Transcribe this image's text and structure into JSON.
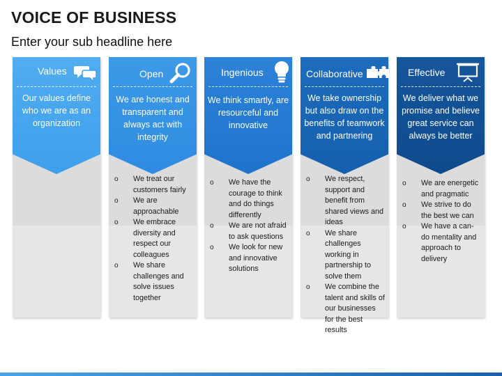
{
  "header": {
    "title": "VOICE OF BUSINESS",
    "subtitle": "Enter your sub headline here"
  },
  "columns": [
    {
      "title": "Values",
      "description": "Our values define who we are as an organization",
      "icon": "speech-bubbles-icon",
      "color": "#3d9fec",
      "bullets": []
    },
    {
      "title": "Open",
      "description": "We are honest and transparent and always act with integrity",
      "icon": "magnifier-icon",
      "color": "#2f8be0",
      "bullets": [
        "We treat our customers fairly",
        "We are approachable",
        "We embrace diversity and respect our colleagues",
        "We share challenges  and solve  issues together"
      ]
    },
    {
      "title": "Ingenious",
      "description": "We think smartly, are resourceful  and innovative",
      "icon": "lightbulb-icon",
      "color": "#1e73cb",
      "bullets": [
        "We have the courage to think and do things differently",
        "We are not afraid to ask questions",
        "We look for new and innovative solutions"
      ]
    },
    {
      "title": "Collaborative",
      "description": "We take ownership but also draw on the benefits of teamwork and partnering",
      "icon": "puzzle-icon",
      "color": "#155fad",
      "bullets": [
        "We respect, support  and benefit from shared views and ideas",
        "We share challenges working in partnership to solve them",
        "We combine the talent and skills of our businesses for the best results"
      ]
    },
    {
      "title": "Effective",
      "description": "We deliver what we promise and believe great service can always be better",
      "icon": "presentation-board-icon",
      "color": "#0f4a8c",
      "bullets": [
        "We are energetic and pragmatic",
        "We strive to do the best we can",
        "We have a can-do mentality and approach to delivery"
      ]
    }
  ]
}
